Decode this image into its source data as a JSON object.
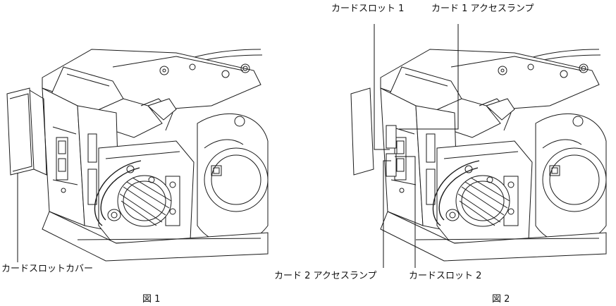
{
  "figure1": {
    "callout_cover": "カードスロットカバー",
    "caption": "図 1"
  },
  "figure2": {
    "callout_slot1": "カードスロット 1",
    "callout_lamp1": "カード 1 アクセスランプ",
    "callout_lamp2": "カード 2 アクセスランプ",
    "callout_slot2": "カードスロット 2",
    "caption": "図 2"
  }
}
